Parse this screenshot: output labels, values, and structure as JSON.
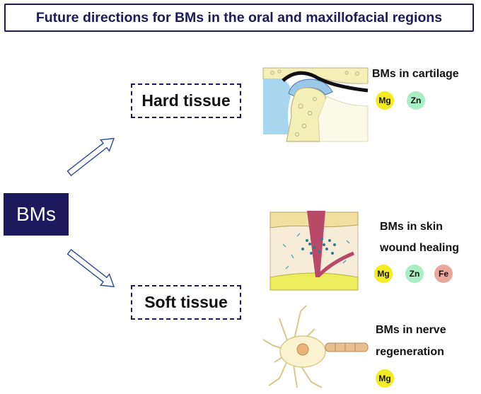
{
  "title": "Future directions for BMs in the oral and maxillofacial regions",
  "root": "BMs",
  "branches": {
    "hard": "Hard tissue",
    "soft": "Soft tissue"
  },
  "applications": {
    "cartilage": {
      "label": "BMs in  cartilage",
      "elements": [
        "Mg",
        "Zn"
      ]
    },
    "skin": {
      "label_line1": "BMs in skin",
      "label_line2": "wound healing",
      "elements": [
        "Mg",
        "Zn",
        "Fe"
      ]
    },
    "nerve": {
      "label_line1": "BMs in nerve",
      "label_line2": "regeneration",
      "elements": [
        "Mg"
      ]
    }
  },
  "colors": {
    "navy": "#1c1a5c",
    "mg": "#f3ec22",
    "zn": "#a9eec4",
    "fe": "#e9a89b"
  }
}
